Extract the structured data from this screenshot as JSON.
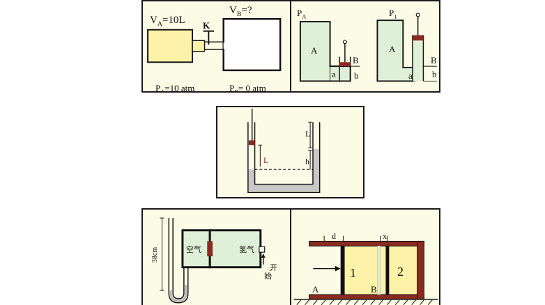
{
  "panel1": {
    "va_main": "V",
    "va_sub": "A",
    "va_rest": "=10L",
    "k": "K",
    "vb_main": "V",
    "vb_sub": "B",
    "vb_rest": "=?",
    "pa_main": "P",
    "pa_sub": "A",
    "pa_rest": "=10 atm",
    "pb_main": "P",
    "pb_sub": "B",
    "pb_rest": "= 0  atm"
  },
  "panel2": {
    "pa_main": "P",
    "pa_sub": "A",
    "p1_main": "P",
    "p1_sub": "1",
    "A_left": "A",
    "A_right": "A",
    "B_left": "B",
    "B_right": "B",
    "a_left": "a",
    "a_right": "a",
    "b_left": "b",
    "b_right": "b"
  },
  "panel3": {
    "L_left": "L",
    "L_right": "L",
    "h": "h"
  },
  "panel4": {
    "height": "38cm",
    "air": "空气",
    "hydrogen": "氢气",
    "open": "开",
    "start": "始"
  },
  "panel5": {
    "d": "d",
    "x": "x",
    "one": "1",
    "two": "2",
    "A": "A",
    "B": "B"
  },
  "colors": {
    "panel_bg": "#fcfbe6",
    "yellow": "#fdf2a8",
    "green": "#dff0d8",
    "piston": "#8b2a20",
    "gray": "#c8c8c8"
  }
}
